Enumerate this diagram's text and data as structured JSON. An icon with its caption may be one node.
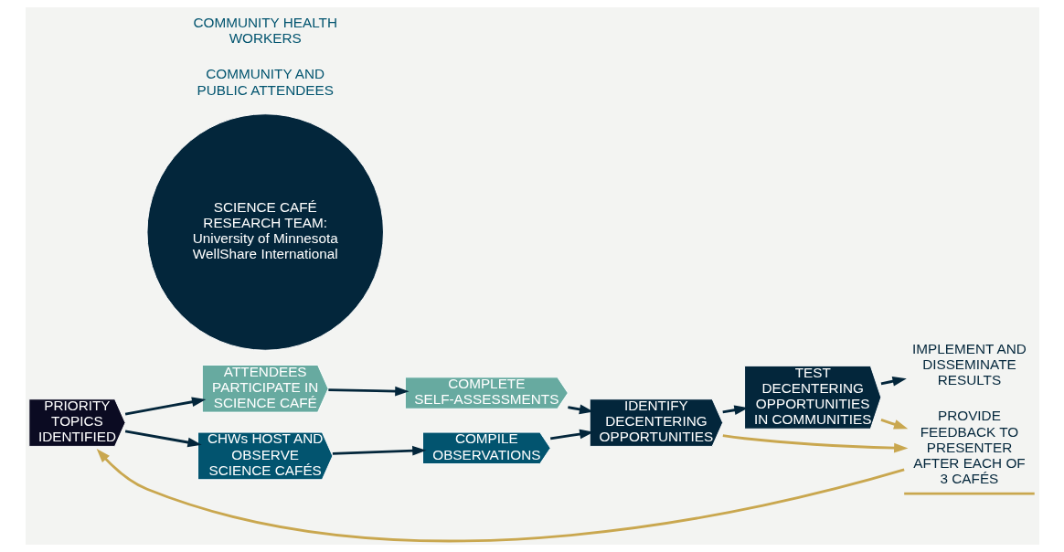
{
  "diagram": {
    "nodes": [
      {
        "text": [
          "PRIORITY TOPICS IDENTIFIED"
        ]
      },
      {
        "text": [
          "ATTENDEES PARTICIPATE IN SCIENCE CAFÉ"
        ]
      },
      {
        "text": [
          "COMPLETE SELF-ASSESSMENTS"
        ]
      },
      {
        "text": [
          "CHWs HOST AND OBSERVE SCIENCE CAFÉS"
        ]
      },
      {
        "text": [
          "COMPILE OBSERVATIONS"
        ]
      },
      {
        "text": [
          "SCIENCE CAFÉ",
          "RESEARCH TEAM:",
          "University of Minnesota WellShare International"
        ]
      },
      {
        "text": [
          "IDENTIFY DECENTERING OPPORTUNITIES"
        ]
      },
      {
        "text": [
          "TEST DECENTERING OPPORTUNITIES IN COMMUNITIES"
        ]
      },
      {
        "text": [
          "IMPLEMENT AND DISSEMINATE RESULTS"
        ]
      },
      {
        "text": [
          "PROVIDE FEEDBACK TO PRESENTER AFTER EACH OF 3 CAFÉS"
        ]
      }
    ],
    "edges": [
      {
        "from": 0,
        "to": 1,
        "arrow": "to"
      },
      {
        "from": 0,
        "to": 3,
        "arrow": "to"
      },
      {
        "from": 1,
        "to": 2,
        "arrow": "to"
      },
      {
        "from": 3,
        "to": 4,
        "arrow": "to"
      },
      {
        "from": 2,
        "to": 6,
        "arrow": "to"
      },
      {
        "from": 4,
        "to": 6,
        "arrow": "to"
      },
      {
        "from": 6,
        "to": 7,
        "arrow": "to"
      },
      {
        "from": 7,
        "to": 8,
        "arrow": "to"
      },
      {
        "from": 6,
        "to": 9,
        "arrow": "to",
        "color": "#c9a74f"
      },
      {
        "from": 7,
        "to": 9,
        "arrow": "to",
        "color": "#c9a74f"
      },
      {
        "from": 9,
        "to": 0,
        "arrow": "to",
        "color": "#c9a74f"
      }
    ],
    "labels": [
      "COMMUNITY AND PUBLIC ATTENDEES",
      "COMMUNITY HEALTH WORKERS"
    ]
  }
}
